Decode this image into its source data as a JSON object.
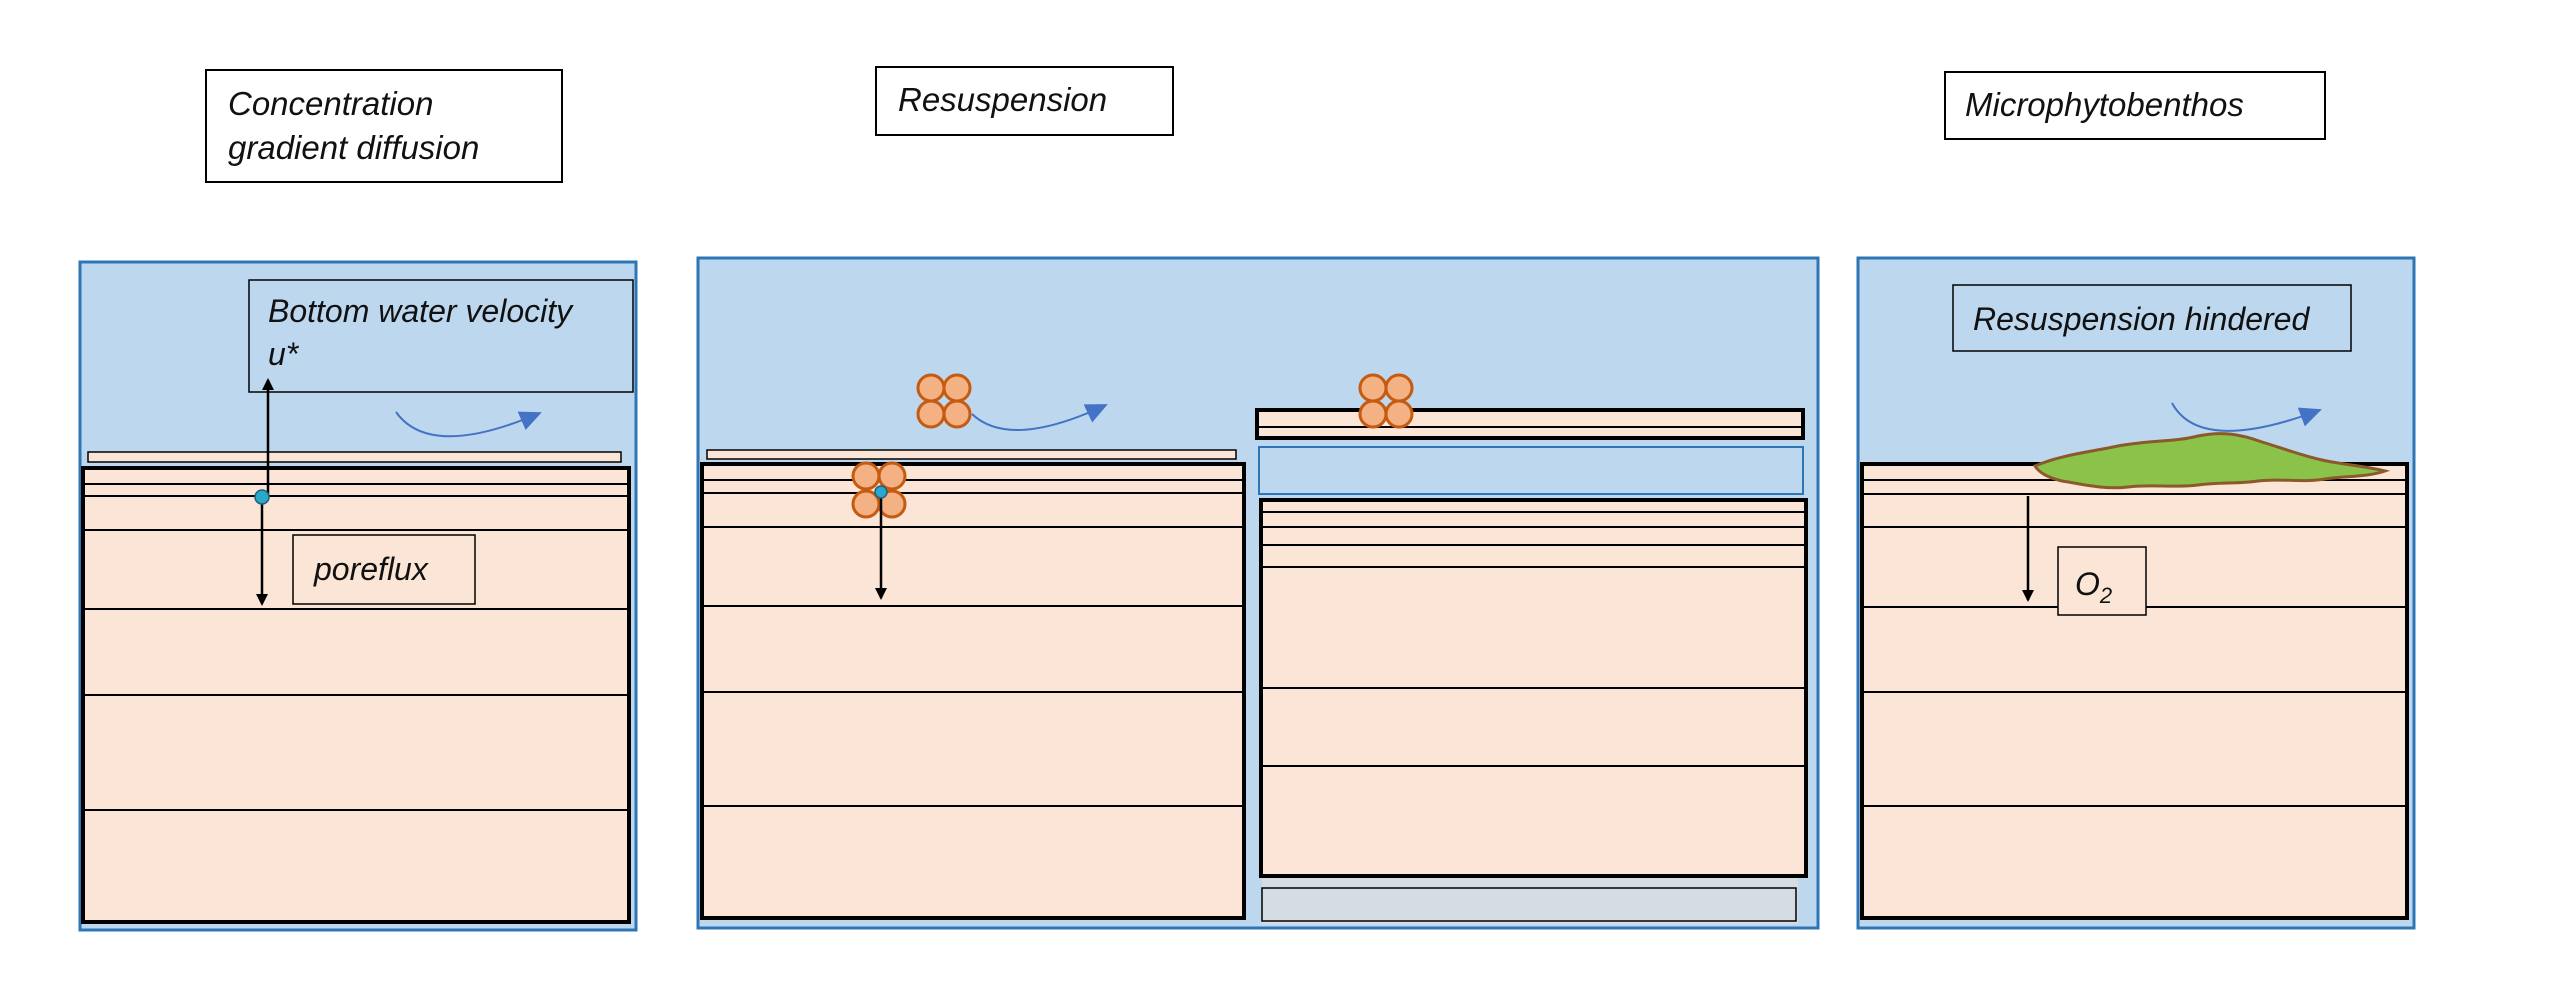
{
  "panels": [
    {
      "title_lines": [
        "Concentration",
        "gradient diffusion"
      ],
      "velocity_label_lines": [
        "Bottom water velocity",
        "u*"
      ],
      "flux_label": "poreflux"
    },
    {
      "title_lines": [
        "Resuspension"
      ]
    },
    {
      "title_lines": [
        "Microphytobenthos"
      ],
      "inner_label": "Resuspension hindered",
      "oxygen_label": "O",
      "oxygen_subscript": "2"
    }
  ],
  "colors": {
    "water": "#bdd7ee",
    "water_border": "#2e75b6",
    "sediment": "#fbe5d6",
    "sediment_border": "#000000",
    "particle_fill": "#f4b183",
    "particle_stroke": "#c55a11",
    "solute_dot": "#29a8c9",
    "flow_arrow": "#4472c4",
    "algae_fill": "#8bc34a",
    "algae_stroke": "#8b5a2b",
    "gray_slab": "#d6dce4"
  }
}
